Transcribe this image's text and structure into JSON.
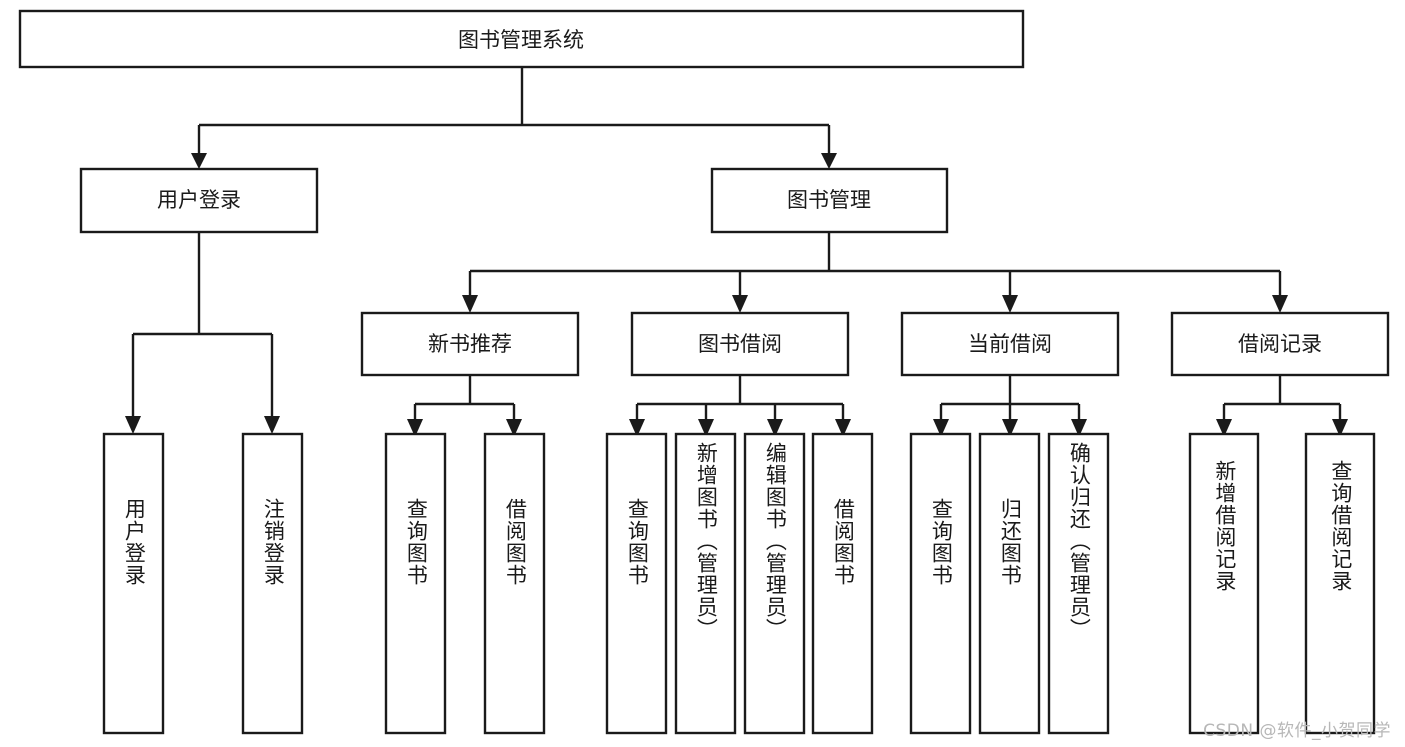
{
  "diagram": {
    "type": "tree-hierarchy",
    "title": "图书管理系统",
    "watermark": "CSDN @软件_小贺同学",
    "colors": {
      "box_fill": "#ffffff",
      "box_stroke": "#1a1a1a",
      "text": "#1a1a1a",
      "watermark": "#b7b7b7",
      "background": "#ffffff"
    },
    "root": {
      "label": "图书管理系统",
      "orientation": "horizontal"
    },
    "level1": [
      {
        "label": "用户登录",
        "orientation": "horizontal"
      },
      {
        "label": "图书管理",
        "orientation": "horizontal"
      }
    ],
    "level2": [
      {
        "label": "新书推荐",
        "orientation": "horizontal"
      },
      {
        "label": "图书借阅",
        "orientation": "horizontal"
      },
      {
        "label": "当前借阅",
        "orientation": "horizontal"
      },
      {
        "label": "借阅记录",
        "orientation": "horizontal"
      }
    ],
    "leaves": {
      "user_login": [
        {
          "label": "用户登录",
          "orientation": "vertical"
        },
        {
          "label": "注销登录",
          "orientation": "vertical"
        }
      ],
      "new_book_recommend": [
        {
          "label": "查询图书",
          "orientation": "vertical"
        },
        {
          "label": "借阅图书",
          "orientation": "vertical"
        }
      ],
      "book_borrow": [
        {
          "label": "查询图书",
          "orientation": "vertical"
        },
        {
          "label": "新增图书（管理员）",
          "orientation": "vertical"
        },
        {
          "label": "编辑图书（管理员）",
          "orientation": "vertical"
        },
        {
          "label": "借阅图书",
          "orientation": "vertical"
        }
      ],
      "current_borrow": [
        {
          "label": "查询图书",
          "orientation": "vertical"
        },
        {
          "label": "归还图书",
          "orientation": "vertical"
        },
        {
          "label": "确认归还（管理员）",
          "orientation": "vertical"
        }
      ],
      "borrow_record": [
        {
          "label": "新增借阅记录",
          "orientation": "vertical"
        },
        {
          "label": "查询借阅记录",
          "orientation": "vertical"
        }
      ]
    }
  }
}
